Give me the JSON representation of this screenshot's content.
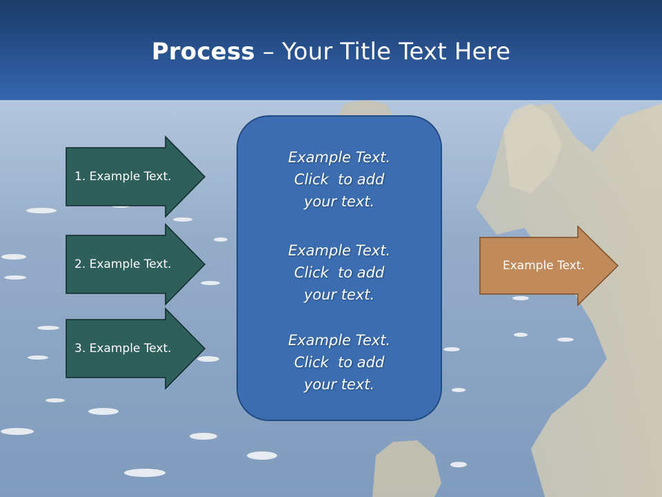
{
  "title": {
    "bold": "Process",
    "rest": " – Your Title Text Here"
  },
  "input_arrows": [
    {
      "label": "1. Example Text."
    },
    {
      "label": "2. Example Text."
    },
    {
      "label": "3. Example Text."
    }
  ],
  "center_box": {
    "paragraphs": [
      {
        "line1": "Example Text.",
        "line2": "Click  to add",
        "line3": "your text."
      },
      {
        "line1": "Example Text.",
        "line2": "Click  to add",
        "line3": "your text."
      },
      {
        "line1": "Example Text.",
        "line2": "Click  to add",
        "line3": "your text."
      }
    ]
  },
  "output_arrow": {
    "label": "Example Text."
  },
  "colors": {
    "header_dark": "#1b3b69",
    "header_light": "#3566b0",
    "input_arrow_fill": "#2f5f5b",
    "center_box_fill": "#3b6db0",
    "center_box_stroke": "#1f4a82",
    "output_arrow_fill": "#c08a5b",
    "output_arrow_stroke": "#7a4d24"
  }
}
